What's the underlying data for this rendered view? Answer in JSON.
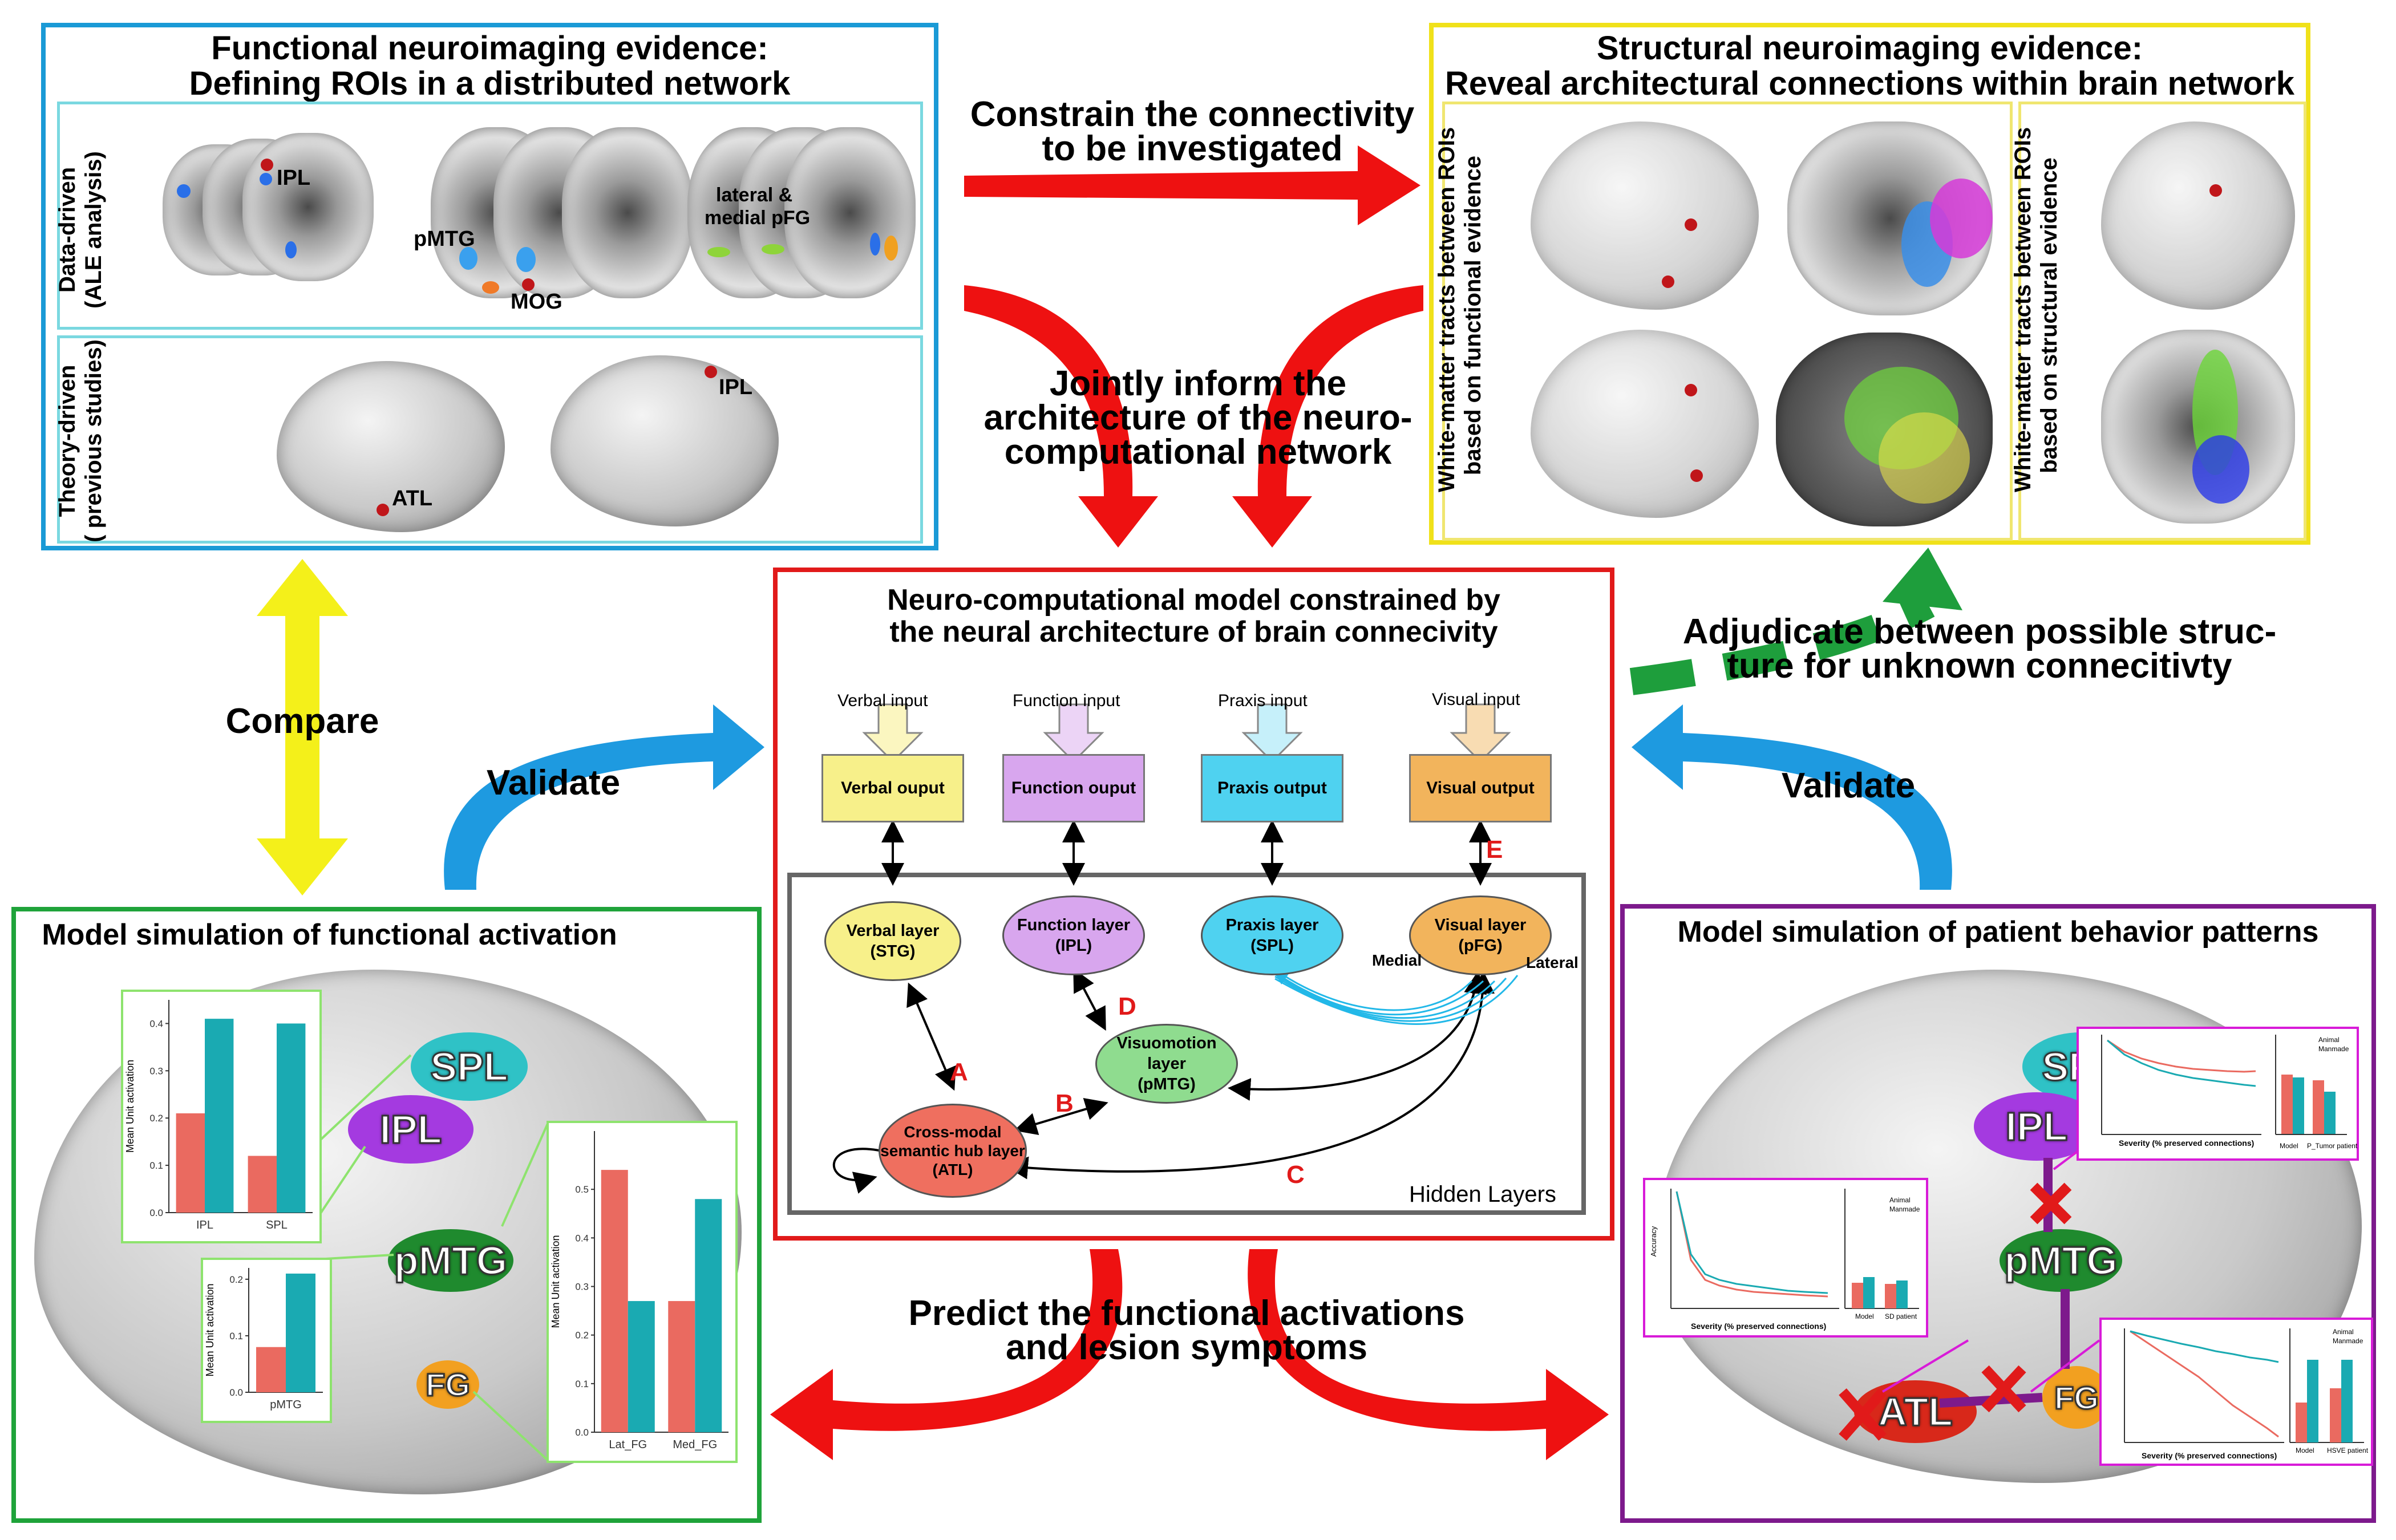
{
  "functional_panel": {
    "title_line1": "Functional neuroimaging evidence:",
    "title_line2": "Defining ROIs in a distributed network",
    "data_driven_label_line1": "Data-driven",
    "data_driven_label_line2": "(ALE analysis)",
    "theory_driven_label_line1": "Theory-driven",
    "theory_driven_label_line2": "( previous studies)",
    "labels": {
      "ipl": "IPL",
      "pmtg": "pMTG",
      "mog": "MOG",
      "pfg_line1": "lateral &",
      "pfg_line2": "medial pFG",
      "atl": "ATL",
      "ipl2": "IPL"
    },
    "border_color": "#1a9ad6"
  },
  "structural_panel": {
    "title_line1": "Structural neuroimaging evidence:",
    "title_line2": "Reveal architectural connections within brain network",
    "left_label_line1": "White-matter tracts between ROIs",
    "left_label_line2": "based on functional evidence",
    "right_label_line1": "White-matter tracts between ROIs",
    "right_label_line2": "based on structural evidence",
    "border_color": "#f0e11a"
  },
  "arrows_text": {
    "constrain_line1": "Constrain the connectivity",
    "constrain_line2": "to be investigated",
    "jointly_line1": "Jointly inform the",
    "jointly_line2": "architecture of the neuro-",
    "jointly_line3": "computational network",
    "adjudicate_line1": "Adjudicate between possible struc-",
    "adjudicate_line2": "ture for unknown connecitivty",
    "compare": "Compare",
    "validate_left": "Validate",
    "validate_right": "Validate",
    "predict_line1": "Predict the functional activations",
    "predict_line2": "and lesion symptoms"
  },
  "model_panel": {
    "title_line1": "Neuro-computational model constrained by",
    "title_line2": "the neural architecture of brain connecivity",
    "inputs": [
      "Verbal input",
      "Function input",
      "Praxis input",
      "Visual input"
    ],
    "outputs": [
      "Verbal ouput",
      "Function ouput",
      "Praxis output",
      "Visual output"
    ],
    "layers": {
      "verbal_line1": "Verbal layer",
      "verbal_line2": "(STG)",
      "function_line1": "Function layer",
      "function_line2": "(IPL)",
      "praxis_line1": "Praxis layer",
      "praxis_line2": "(SPL)",
      "visual_line1": "Visual layer",
      "visual_line2": "(pFG)",
      "visuomotion_line1": "Visuomotion layer",
      "visuomotion_line2": "(pMTG)",
      "hub_line1": "Cross-modal",
      "hub_line2": "semantic hub layer",
      "hub_line3": "(ATL)"
    },
    "medial": "Medial",
    "lateral": "Lateral",
    "hidden_layers": "Hidden Layers",
    "edges": {
      "a": "A",
      "b": "B",
      "c": "C",
      "d": "D",
      "e": "E"
    },
    "colors": {
      "verbal": "#f7f08a",
      "function": "#d8a6ee",
      "praxis": "#4fd2f0",
      "visual": "#f2b45c",
      "visuomotion": "#8fdc8f",
      "hub": "#ef6f5f"
    }
  },
  "activation_panel": {
    "title": "Model simulation of functional activation",
    "regions": {
      "spl": "SPL",
      "ipl": "IPL",
      "pmtg": "pMTG",
      "fg": "FG"
    },
    "ylabel": "Mean Unit activation",
    "border_color": "#1fa33a"
  },
  "patient_panel": {
    "title": "Model simulation of patient behavior patterns",
    "regions": {
      "spl": "SPL",
      "ipl": "IPL",
      "pmtg": "pMTG",
      "atl": "ATL",
      "fg": "FG"
    },
    "legend": {
      "animal": "Animal",
      "manmade": "Manmade"
    },
    "severity_label": "Severity (% preserved connections)",
    "accuracy_label": "Accuracy",
    "patients": {
      "tumor": "P_Tumor patient",
      "sd": "SD patient",
      "hsve": "HSVE patient"
    },
    "model_label": "Model",
    "border_color": "#7d1a8c"
  },
  "chart_data": [
    {
      "type": "bar",
      "categories": [
        "IPL",
        "SPL"
      ],
      "series": [
        {
          "values": [
            0.21,
            0.12
          ]
        },
        {
          "values": [
            0.41,
            0.4
          ]
        }
      ],
      "ylabel": "Mean Unit activation",
      "ylim": [
        0,
        0.45
      ],
      "yticks": [
        0.0,
        0.1,
        0.2,
        0.3,
        0.4
      ],
      "colors": [
        "#ea6a60",
        "#1aaab2"
      ]
    },
    {
      "type": "bar",
      "categories": [
        "pMTG"
      ],
      "series": [
        {
          "values": [
            0.08
          ]
        },
        {
          "values": [
            0.21
          ]
        }
      ],
      "ylabel": "Mean Unit activation",
      "ylim": [
        0,
        0.22
      ],
      "yticks": [
        0.0,
        0.1,
        0.2
      ],
      "colors": [
        "#ea6a60",
        "#1aaab2"
      ]
    },
    {
      "type": "bar",
      "categories": [
        "Lat_FG",
        "Med_FG"
      ],
      "series": [
        {
          "values": [
            0.54,
            0.27
          ]
        },
        {
          "values": [
            0.27,
            0.48
          ]
        }
      ],
      "ylabel": "Mean Unit activation",
      "ylim": [
        0,
        0.62
      ],
      "yticks": [
        0.0,
        0.1,
        0.2,
        0.3,
        0.4,
        0.5
      ],
      "colors": [
        "#ea6a60",
        "#1aaab2"
      ]
    }
  ]
}
